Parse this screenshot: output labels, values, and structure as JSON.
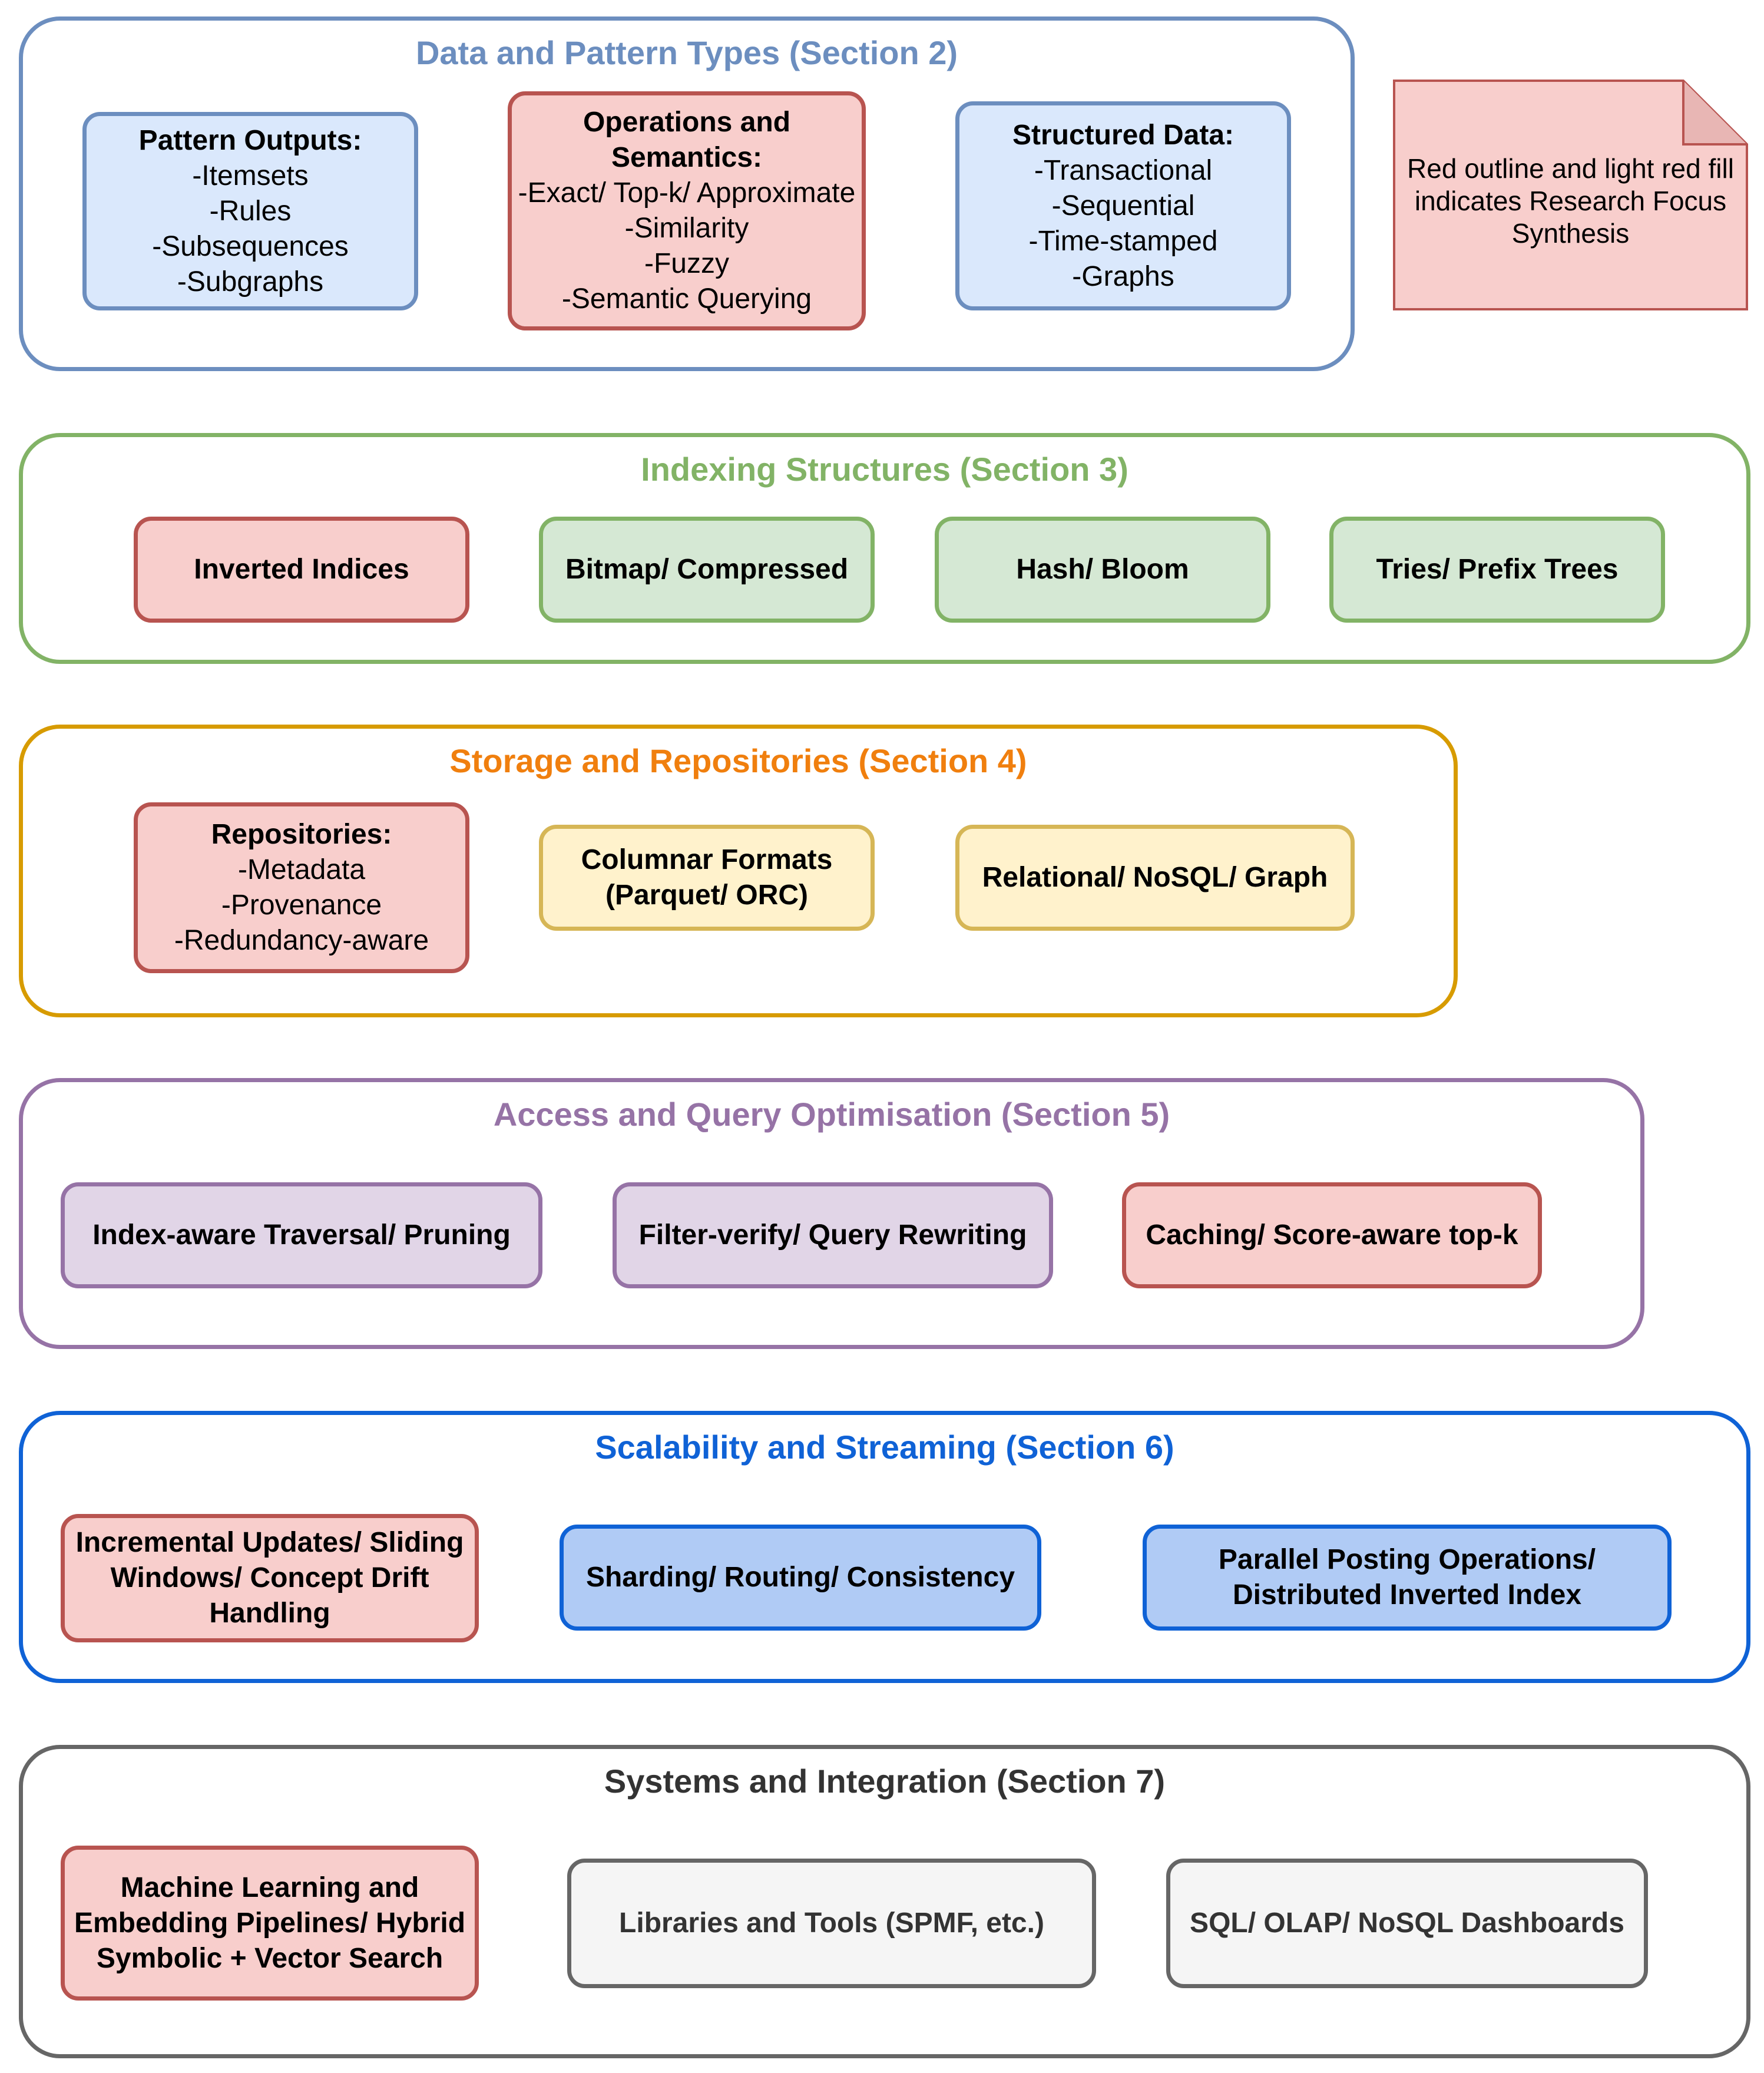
{
  "note": {
    "lines": [
      "Red outline and light red fill",
      "indicates Research Focus",
      "Synthesis"
    ]
  },
  "sections": {
    "s2": {
      "title": "Data and Pattern Types (Section 2)",
      "color": "#6C8EBF",
      "pattern_outputs": {
        "head": "Pattern Outputs:",
        "lines": [
          "-Itemsets",
          "-Rules",
          "-Subsequences",
          "-Subgraphs"
        ]
      },
      "operations": {
        "head": [
          "Operations and",
          "Semantics:"
        ],
        "lines": [
          "-Exact/ Top-k/ Approximate",
          "-Similarity",
          "-Fuzzy",
          "-Semantic Querying"
        ]
      },
      "structured": {
        "head": "Structured Data:",
        "lines": [
          "-Transactional",
          "-Sequential",
          "-Time-stamped",
          "-Graphs"
        ]
      }
    },
    "s3": {
      "title": "Indexing Structures (Section 3)",
      "color": "#82B366",
      "items": [
        "Inverted Indices",
        "Bitmap/ Compressed",
        "Hash/ Bloom",
        "Tries/ Prefix Trees"
      ]
    },
    "s4": {
      "title": "Storage and Repositories (Section 4)",
      "color": "#F07F0E",
      "repositories": {
        "head": "Repositories:",
        "lines": [
          "-Metadata",
          "-Provenance",
          "-Redundancy-aware"
        ]
      },
      "columnar": [
        "Columnar Formats",
        "(Parquet/ ORC)"
      ],
      "relational": "Relational/ NoSQL/ Graph"
    },
    "s5": {
      "title": "Access and Query Optimisation (Section 5)",
      "color": "#9673A6",
      "items": [
        "Index-aware Traversal/ Pruning",
        "Filter-verify/ Query Rewriting",
        "Caching/ Score-aware top-k"
      ]
    },
    "s6": {
      "title": "Scalability and Streaming (Section 6)",
      "color": "#0F62D6",
      "incremental": [
        "Incremental Updates/ Sliding",
        "Windows/ Concept Drift",
        "Handling"
      ],
      "sharding": "Sharding/ Routing/ Consistency",
      "parallel": [
        "Parallel Posting Operations/",
        "Distributed Inverted Index"
      ]
    },
    "s7": {
      "title": "Systems and Integration (Section 7)",
      "color": "#333333",
      "ml": [
        "Machine Learning and",
        "Embedding Pipelines/ Hybrid",
        "Symbolic + Vector Search"
      ],
      "libraries": "Libraries and Tools (SPMF, etc.)",
      "dashboards": "SQL/ OLAP/ NoSQL Dashboards"
    }
  }
}
